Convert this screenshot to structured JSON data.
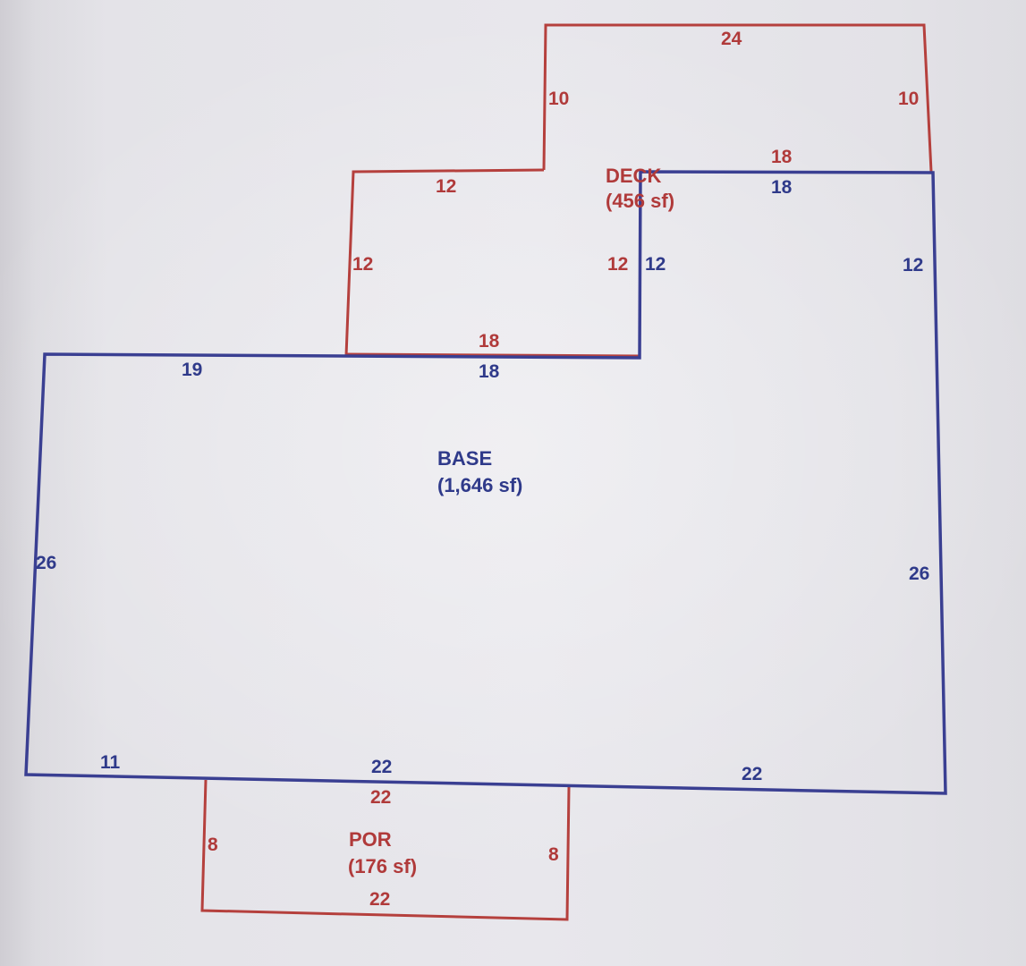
{
  "sketch": {
    "areas": {
      "deck": {
        "name": "DECK",
        "size": "(456 sf)"
      },
      "base": {
        "name": "BASE",
        "size": "(1,646 sf)"
      },
      "porch": {
        "name": "POR",
        "size": "(176 sf)"
      }
    },
    "deck_dims": {
      "top": "24",
      "left_upper": "10",
      "right_upper": "10",
      "step": "12",
      "left_lower": "12",
      "inner_vertical": "12",
      "inner_top": "18",
      "bottom": "18"
    },
    "base_dims": {
      "top_left": "19",
      "top_middle": "18",
      "notch_vertical": "12",
      "top_right": "18",
      "right_upper": "12",
      "left": "26",
      "right": "26",
      "bottom_left": "11",
      "bottom_middle": "22",
      "bottom_right": "22"
    },
    "porch_dims": {
      "top": "22",
      "left": "8",
      "right": "8",
      "bottom": "22"
    }
  },
  "colors": {
    "deck_line": "#b5403d",
    "base_line": "#3a3f92",
    "background": "#e6e5ea"
  }
}
